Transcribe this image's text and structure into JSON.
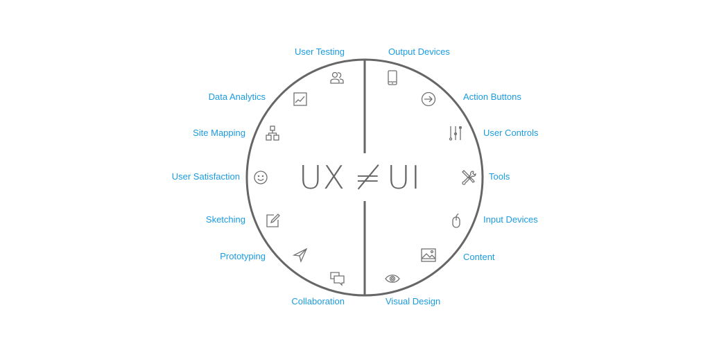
{
  "center": {
    "ux": "UX",
    "neq": "≠",
    "ui": "UI"
  },
  "ux_items": [
    {
      "label": "User Testing",
      "icon": "users-icon"
    },
    {
      "label": "Data Analytics",
      "icon": "chart-icon"
    },
    {
      "label": "Site Mapping",
      "icon": "sitemap-icon"
    },
    {
      "label": "User Satisfaction",
      "icon": "smiley-icon"
    },
    {
      "label": "Sketching",
      "icon": "pencil-square-icon"
    },
    {
      "label": "Prototyping",
      "icon": "paper-plane-icon"
    },
    {
      "label": "Collaboration",
      "icon": "chat-bubbles-icon"
    }
  ],
  "ui_items": [
    {
      "label": "Output Devices",
      "icon": "phone-icon"
    },
    {
      "label": "Action Buttons",
      "icon": "arrow-circle-icon"
    },
    {
      "label": "User Controls",
      "icon": "sliders-icon"
    },
    {
      "label": "Tools",
      "icon": "tools-icon"
    },
    {
      "label": "Input Devices",
      "icon": "mouse-icon"
    },
    {
      "label": "Content",
      "icon": "image-icon"
    },
    {
      "label": "Visual Design",
      "icon": "eye-icon"
    }
  ],
  "colors": {
    "label": "#1a9be0",
    "stroke": "#666666"
  }
}
